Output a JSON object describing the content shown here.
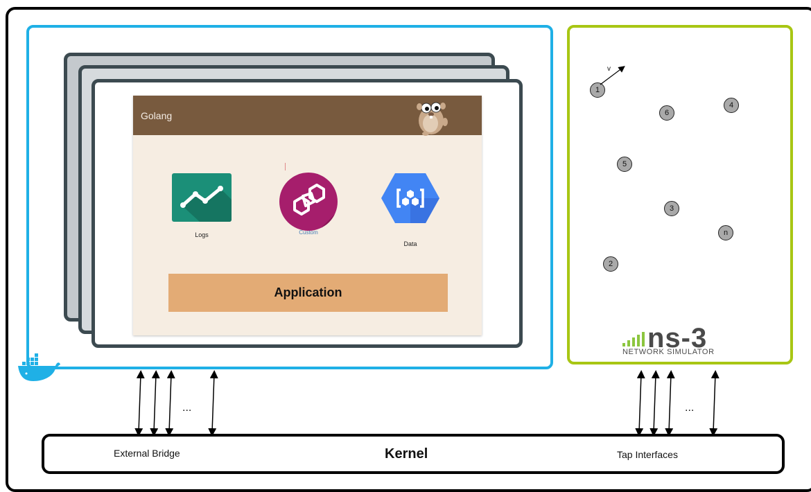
{
  "docker": {
    "app_header_title": "Golang",
    "apps": [
      {
        "label": "Logs",
        "icon": "line-chart-icon"
      },
      {
        "label": "Custom",
        "icon": "cubes-icon"
      },
      {
        "label": "Data",
        "icon": "hexagon-data-icon"
      }
    ],
    "application_label": "Application",
    "logo_icon": "docker-whale-icon"
  },
  "ns3": {
    "velocity_label": "v",
    "nodes": [
      "1",
      "6",
      "4",
      "5",
      "3",
      "n",
      "2"
    ],
    "logo_text": "ns-3",
    "logo_subtitle": "NETWORK SIMULATOR"
  },
  "kernel": {
    "title": "Kernel",
    "left_label": "External Bridge",
    "right_label": "Tap Interfaces",
    "ellipsis": "..."
  },
  "colors": {
    "docker_border": "#1fb0e6",
    "ns3_border": "#a8c614",
    "app_header": "#785a3e",
    "application_bar": "#e3ab75"
  }
}
